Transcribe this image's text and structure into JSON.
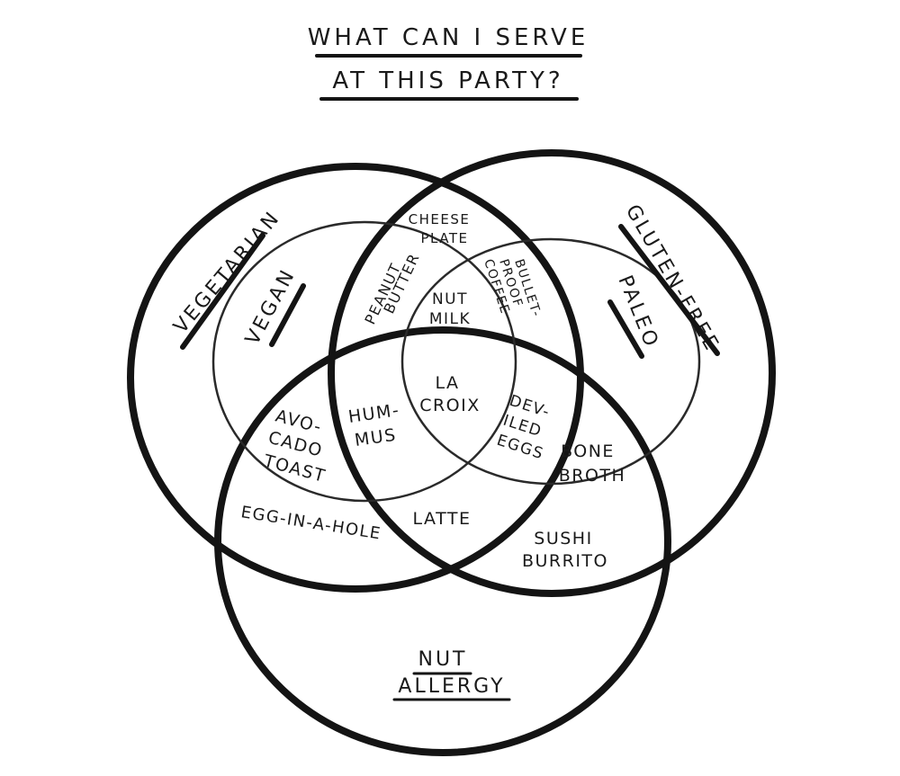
{
  "title": {
    "line1": "WHAT CAN I SERVE",
    "line2": "AT THIS PARTY?"
  },
  "sets": {
    "vegetarian": "VEGETARIAN",
    "vegan": "VEGAN",
    "gluten_free": "GLUTEN-FREE",
    "paleo": "PALEO",
    "nut_allergy_line1": "NUT",
    "nut_allergy_line2": "ALLERGY"
  },
  "items": {
    "cheese_plate": [
      "CHEESE",
      "PLATE"
    ],
    "peanut_butter": [
      "PEANUT",
      "BUTTER"
    ],
    "nut_milk": [
      "NUT",
      "MILK"
    ],
    "bulletproof_coffee": [
      "BULLET-",
      "PROOF",
      "COFFEE"
    ],
    "la_croix": [
      "LA",
      "CROIX"
    ],
    "avocado_toast": [
      "AVO-",
      "CADO",
      "TOAST"
    ],
    "hummus": [
      "HUM-",
      "MUS"
    ],
    "deviled_eggs": [
      "DEV-",
      "ILED",
      "EGGS"
    ],
    "bone_broth": [
      "BONE",
      "BROTH"
    ],
    "latte": [
      "LATTE"
    ],
    "egg_in_a_hole": [
      "EGG-IN-A-HOLE"
    ],
    "sushi_burrito": [
      "SUSHI",
      "BURRITO"
    ]
  }
}
